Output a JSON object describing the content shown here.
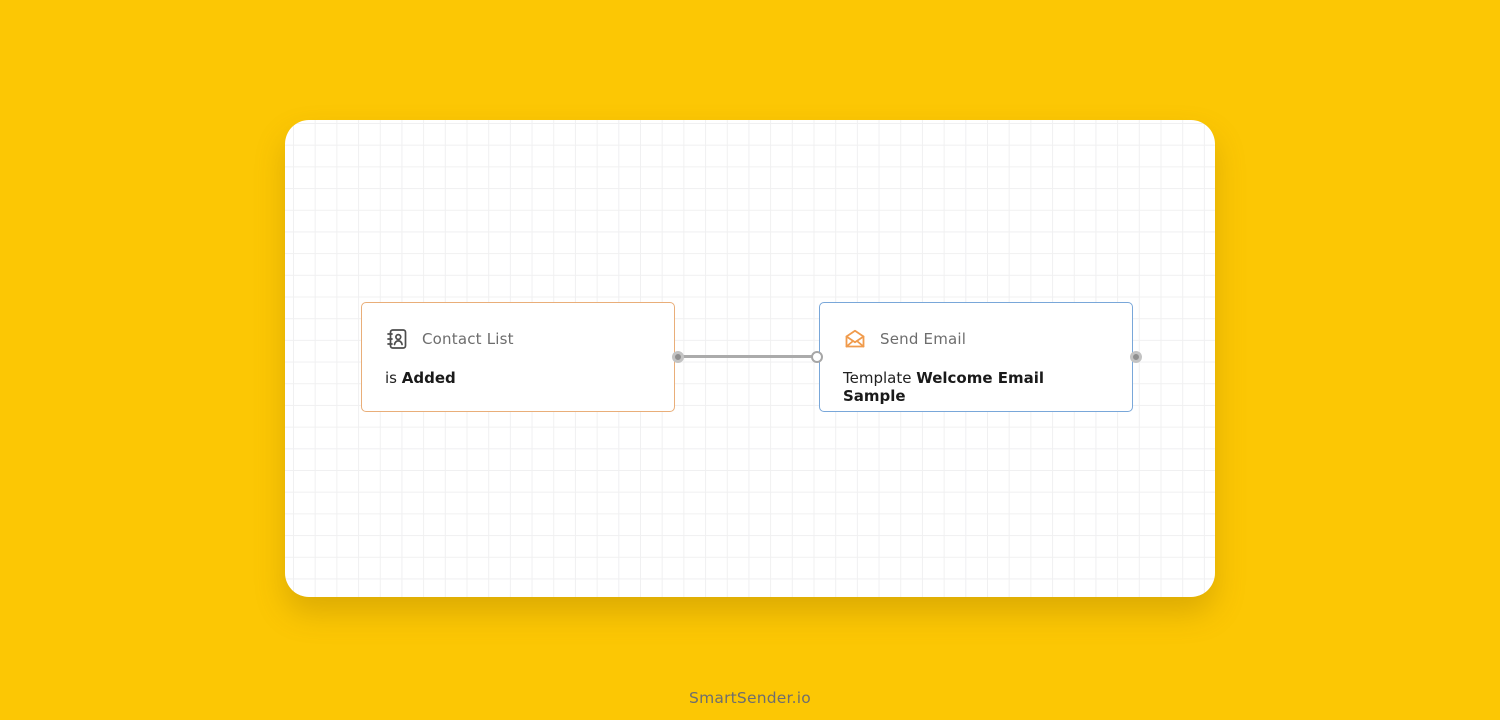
{
  "app": {
    "footer_brand": "SmartSender.io"
  },
  "colors": {
    "background_yellow": "#fcc704",
    "canvas_white": "#ffffff",
    "grid_line": "#f0f0f1",
    "trigger_border_orange": "#e9ae79",
    "action_border_blue": "#79a7d9",
    "icon_orange": "#f09b4c",
    "icon_dark": "#4d4d4d",
    "title_gray": "#6d6d6d",
    "body_dark": "#1a1a1a",
    "connector_gray": "#8f8f8f",
    "link_gray": "#ababab"
  },
  "canvas": {
    "nodes": [
      {
        "id": "contact-list-trigger",
        "icon": "address-book-icon",
        "title": "Contact List",
        "body_prefix": "is ",
        "body_bold": "Added"
      },
      {
        "id": "send-email-action",
        "icon": "email-icon",
        "title": "Send Email",
        "body_prefix": "Template ",
        "body_bold": "Welcome Email Sample"
      }
    ]
  }
}
